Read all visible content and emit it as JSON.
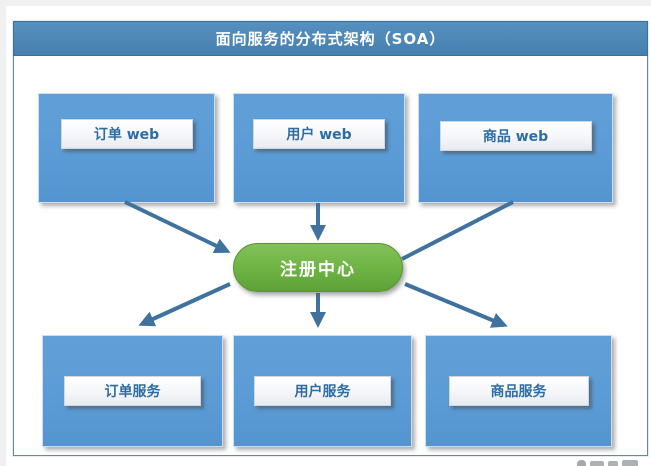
{
  "header": {
    "title": "面向服务的分布式架构（SOA）"
  },
  "nodes": {
    "top": [
      {
        "label": "订单 web"
      },
      {
        "label": "用户 web"
      },
      {
        "label": "商品 web"
      }
    ],
    "center": {
      "label": "注册中心"
    },
    "bottom": [
      {
        "label": "订单服务"
      },
      {
        "label": "用户服务"
      },
      {
        "label": "商品服务"
      }
    ]
  },
  "edges": [
    {
      "from": "订单 web",
      "to": "注册中心"
    },
    {
      "from": "用户 web",
      "to": "注册中心"
    },
    {
      "from": "商品 web",
      "to": "注册中心"
    },
    {
      "from": "注册中心",
      "to": "订单服务"
    },
    {
      "from": "注册中心",
      "to": "用户服务"
    },
    {
      "from": "注册中心",
      "to": "商品服务"
    }
  ],
  "colors": {
    "header_bar": "#4c87b6",
    "node_fill": "#5b9bd5",
    "center_fill": "#6db343",
    "arrow": "#3f729e",
    "label_text": "#2e6da4",
    "frame_border": "#5d89ae"
  }
}
